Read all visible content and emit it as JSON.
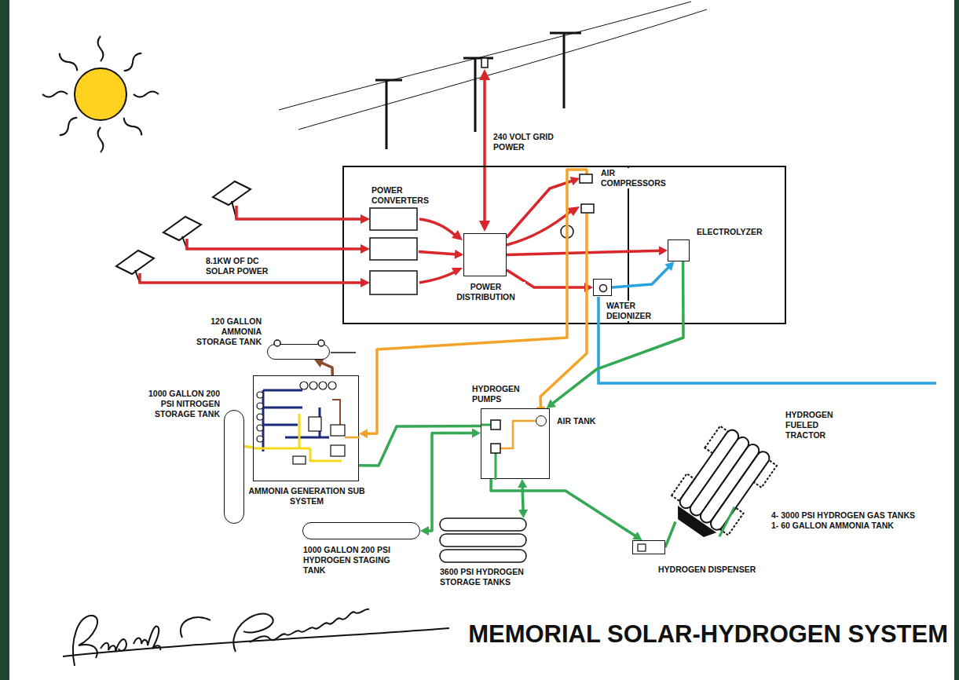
{
  "diagram": {
    "title": "MEMORIAL SOLAR-HYDROGEN SYSTEM",
    "nodes": [
      {
        "text": [
          "POWER CONVERTERS"
        ]
      },
      {
        "text": [
          "POWER DISTRIBUTION"
        ]
      },
      {
        "text": [
          "AIR COMPRESSORS"
        ]
      },
      {
        "text": [
          "ELECTROLYZER"
        ]
      },
      {
        "text": [
          "WATER DEIONIZER"
        ]
      },
      {
        "text": [
          "120 GALLON AMMONIA STORAGE TANK"
        ]
      },
      {
        "text": [
          "1000 GALLON 200 PSI NITROGEN STORAGE TANK"
        ]
      },
      {
        "text": [
          "AMMONIA GENERATION SUB SYSTEM"
        ]
      },
      {
        "text": [
          "HYDROGEN PUMPS"
        ]
      },
      {
        "text": [
          "AIR TANK"
        ],
        "in": 8
      },
      {
        "text": [
          "1000 GALLON 200 PSI HYDROGEN STAGING TANK"
        ]
      },
      {
        "text": [
          "3600 PSI HYDROGEN STORAGE TANKS"
        ]
      },
      {
        "text": [
          "HYDROGEN DISPENSER"
        ]
      },
      {
        "text": [
          "HYDROGEN FUELED TRACTOR",
          "4- 3000 PSI HYDROGEN GAS TANKS",
          "1- 60 GALLON AMMONIA TANK"
        ]
      }
    ],
    "edges": [
      {
        "from": 0,
        "to": 1,
        "arrow": "to"
      },
      {
        "from": 1,
        "to": 2,
        "arrow": "to"
      },
      {
        "from": 1,
        "to": 3,
        "arrow": "to"
      },
      {
        "from": 1,
        "to": 4,
        "arrow": "to"
      },
      {
        "from": 4,
        "to": 3,
        "arrow": "to"
      },
      {
        "from": 3,
        "to": 8,
        "arrow": "to"
      },
      {
        "from": 2,
        "to": 7,
        "arrow": "to"
      },
      {
        "from": 2,
        "to": 9,
        "arrow": "to"
      },
      {
        "from": 7,
        "to": 5,
        "arrow": "to"
      },
      {
        "from": 6,
        "to": 7,
        "arrow": "none"
      },
      {
        "from": 7,
        "to": 8,
        "arrow": "none"
      },
      {
        "from": 8,
        "to": 10,
        "arrow": "both"
      },
      {
        "from": 8,
        "to": 11,
        "arrow": "both"
      },
      {
        "from": 8,
        "to": 12,
        "arrow": "to"
      },
      {
        "from": 12,
        "to": 13,
        "arrow": "none"
      }
    ],
    "labels": [
      "240 VOLT GRID POWER",
      "8.1KW OF DC SOLAR POWER"
    ]
  }
}
